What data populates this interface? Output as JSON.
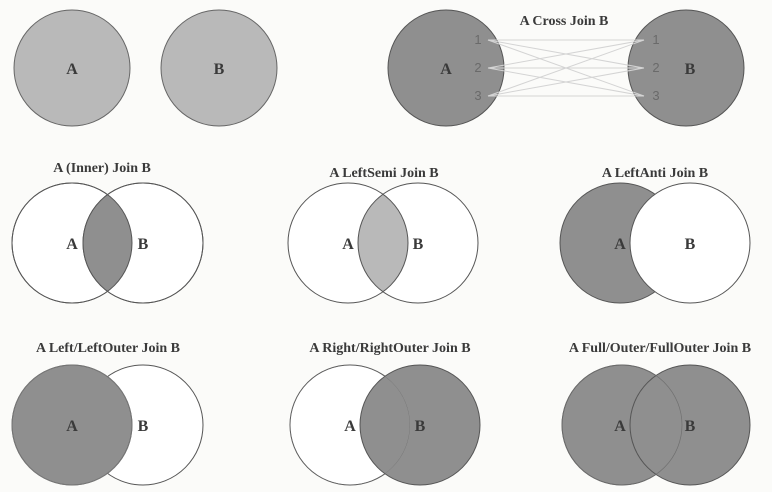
{
  "colors": {
    "background": "#fbfbf9",
    "dark_fill": "#8f8f8f",
    "light_fill": "#b9b9b9",
    "plain_fill": "#ffffff",
    "stroke": "#555555",
    "text": "#3a3a3a"
  },
  "sets": {
    "a": "A",
    "b": "B"
  },
  "row_numbers": [
    "1",
    "2",
    "3"
  ],
  "diagrams": {
    "cross": {
      "title": "A Cross Join B"
    },
    "inner": {
      "title": "A (Inner) Join B"
    },
    "left_semi": {
      "title": "A LeftSemi Join B"
    },
    "left_anti": {
      "title": "A LeftAnti Join B"
    },
    "left_outer": {
      "title": "A Left/LeftOuter Join B"
    },
    "right_outer": {
      "title": "A Right/RightOuter Join B"
    },
    "full_outer": {
      "title": "A Full/Outer/FullOuter Join B"
    }
  }
}
